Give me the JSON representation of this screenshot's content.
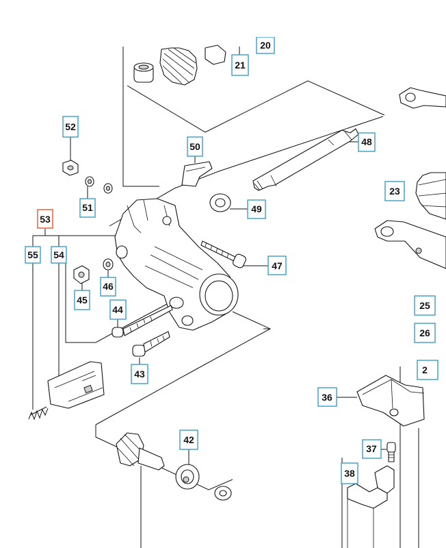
{
  "diagram": {
    "labels": [
      {
        "id": "53",
        "text": "53",
        "selected": true
      },
      {
        "id": "55",
        "text": "55"
      },
      {
        "id": "54",
        "text": "54"
      },
      {
        "id": "52",
        "text": "52"
      },
      {
        "id": "51",
        "text": "51"
      },
      {
        "id": "50",
        "text": "50"
      },
      {
        "id": "49",
        "text": "49"
      },
      {
        "id": "48",
        "text": "48"
      },
      {
        "id": "47",
        "text": "47"
      },
      {
        "id": "46",
        "text": "46"
      },
      {
        "id": "45",
        "text": "45"
      },
      {
        "id": "44",
        "text": "44"
      },
      {
        "id": "43",
        "text": "43"
      },
      {
        "id": "42",
        "text": "42"
      },
      {
        "id": "38",
        "text": "38"
      },
      {
        "id": "37",
        "text": "37"
      },
      {
        "id": "36",
        "text": "36"
      },
      {
        "id": "25",
        "text": "25"
      },
      {
        "id": "26",
        "text": "26"
      },
      {
        "id": "23",
        "text": "23"
      },
      {
        "id": "21",
        "text": "21"
      },
      {
        "id": "20",
        "text": "20"
      },
      {
        "id": "2x",
        "text": "2"
      }
    ],
    "colors": {
      "label_border": "#3a9ec8",
      "selected_border": "#e0572e",
      "ink": "#111111"
    }
  }
}
